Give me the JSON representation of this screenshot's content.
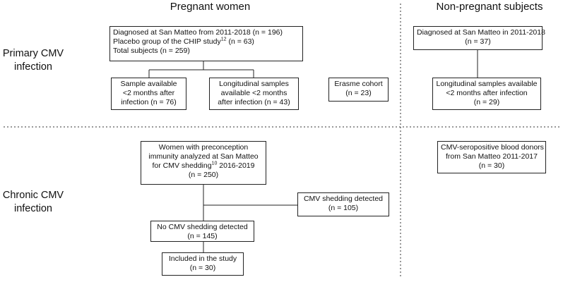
{
  "headers": {
    "pregnant": "Pregnant women",
    "nonpregnant": "Non-pregnant subjects"
  },
  "rows": {
    "primary": [
      "Primary CMV",
      "infection"
    ],
    "chronic": [
      "Chronic CMV",
      "infection"
    ]
  },
  "boxes": {
    "pw_primary_main": {
      "line1": "Diagnosed at San Matteo from 2011-2018 (n = 196)",
      "line2_pre": "Placebo group of the CHIP study",
      "line2_sup": "12",
      "line2_post": " (n = 63)",
      "line3": "Total subjects (n = 259)"
    },
    "pw_sample": [
      "Sample available",
      "<2 months after",
      "infection (n = 76)"
    ],
    "pw_longitudinal": [
      "Longitudinal samples",
      "available <2 months",
      "after infection (n = 43)"
    ],
    "erasme": [
      "Erasme cohort",
      "(n = 23)"
    ],
    "np_diagnosed": [
      "Diagnosed at San Matteo in 2011-2018",
      "(n = 37)"
    ],
    "np_longitudinal": [
      "Longitudinal samples available",
      "<2 months after infection",
      "(n = 29)"
    ],
    "pw_chronic_main": {
      "line1": "Women with preconception",
      "line2": "immunity analyzed at San Matteo",
      "line3_pre": "for CMV shedding",
      "line3_sup": "10",
      "line3_post": " 2016-2019",
      "line4": "(n = 250)"
    },
    "shedding_detected": [
      "CMV shedding detected",
      "(n = 105)"
    ],
    "no_shedding": [
      "No CMV shedding detected",
      "(n = 145)"
    ],
    "included": [
      "Included in the study",
      "(n = 30)"
    ],
    "blood_donors": [
      "CMV-seropositive blood donors",
      "from San Matteo 2011-2017",
      "(n = 30)"
    ]
  }
}
